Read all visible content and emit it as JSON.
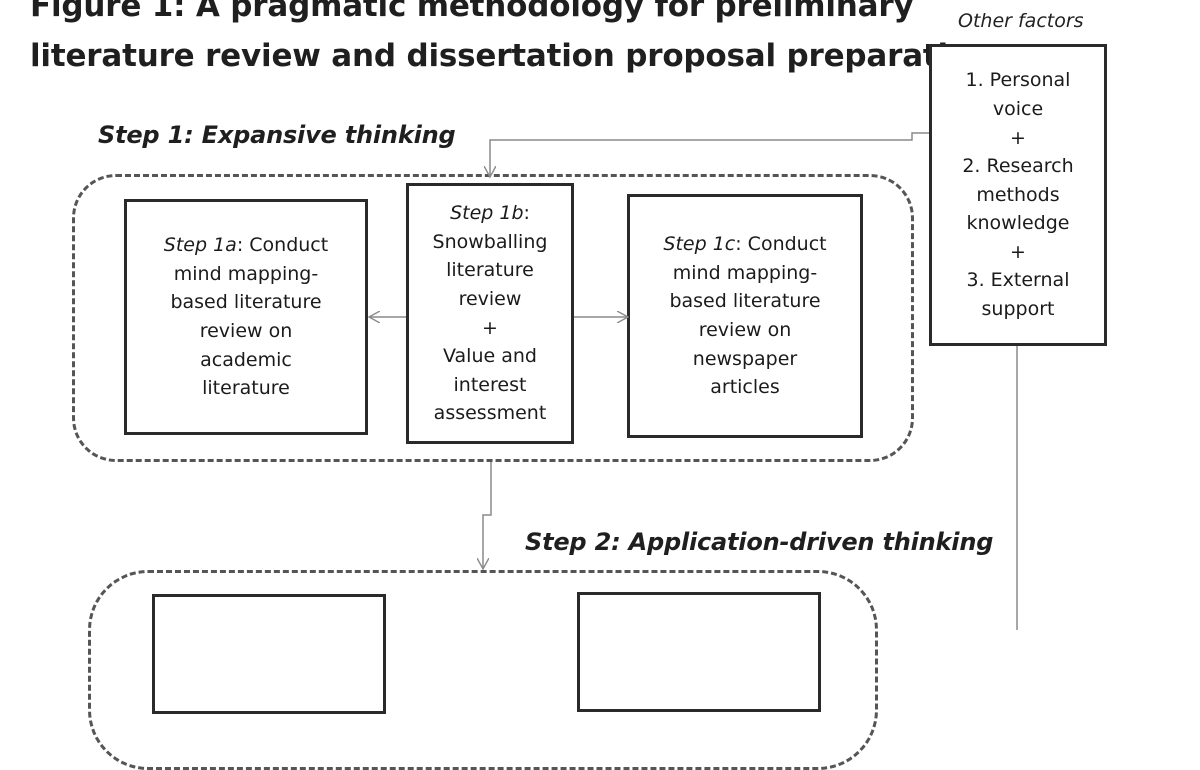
{
  "title": {
    "line1": "Figure 1: A pragmatic methodology for preliminary",
    "line2": "literature review and dissertation proposal preparation"
  },
  "step1": {
    "label": "Step 1: Expansive thinking",
    "box_a": {
      "step": "Step 1a",
      "text": ": Conduct",
      "lines": [
        "mind mapping-",
        "based literature",
        "review on",
        "academic",
        "literature"
      ]
    },
    "box_b": {
      "step": "Step 1b",
      "text": ":",
      "lines": [
        "Snowballing",
        "literature",
        "review",
        "+",
        "Value and",
        "interest",
        "assessment"
      ]
    },
    "box_c": {
      "step": "Step 1c",
      "text": ": Conduct",
      "lines": [
        "mind mapping-",
        "based literature",
        "review on",
        "newspaper",
        "articles"
      ]
    }
  },
  "other_factors": {
    "label": "Other factors",
    "lines": [
      "1. Personal",
      "voice",
      "+",
      "2. Research",
      "methods",
      "knowledge",
      "+",
      "3. External",
      "support"
    ]
  },
  "step2": {
    "label": "Step 2: Application-driven thinking"
  },
  "colors": {
    "stroke": "#2a2a2a",
    "dashed": "#555555",
    "connector": "#8a8a8a"
  }
}
